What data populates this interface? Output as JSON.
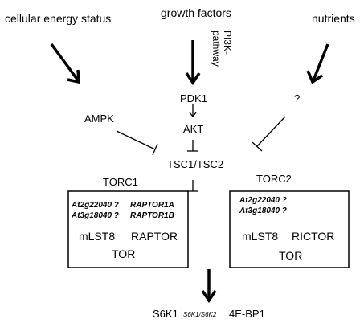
{
  "inputs": {
    "energy": "cellular energy status",
    "growth": "growth factors",
    "nutrients": "nutrients",
    "pathway_line1": "PI3K-",
    "pathway_line2": "pathway"
  },
  "nodes": {
    "ampk": "AMPK",
    "pdk1": "PDK1",
    "akt": "AKT",
    "unknown": "?",
    "tsc": "TSC1/TSC2"
  },
  "torc1": {
    "title": "TORC1",
    "gene1": "At2g22040 ?",
    "gene2": "At3g18040 ?",
    "raptor1a": "RAPTOR1A",
    "raptor1b": "RAPTOR1B",
    "mlst8": "mLST8",
    "raptor": "RAPTOR",
    "tor": "TOR"
  },
  "torc2": {
    "title": "TORC2",
    "gene1": "At2g22040 ?",
    "gene2": "At3g18040 ?",
    "mlst8": "mLST8",
    "rictor": "RICTOR",
    "tor": "TOR"
  },
  "outputs": {
    "s6k1": "S6K1",
    "s6k_genes": "S6K1/S6K2",
    "ebp1": "4E-BP1"
  }
}
